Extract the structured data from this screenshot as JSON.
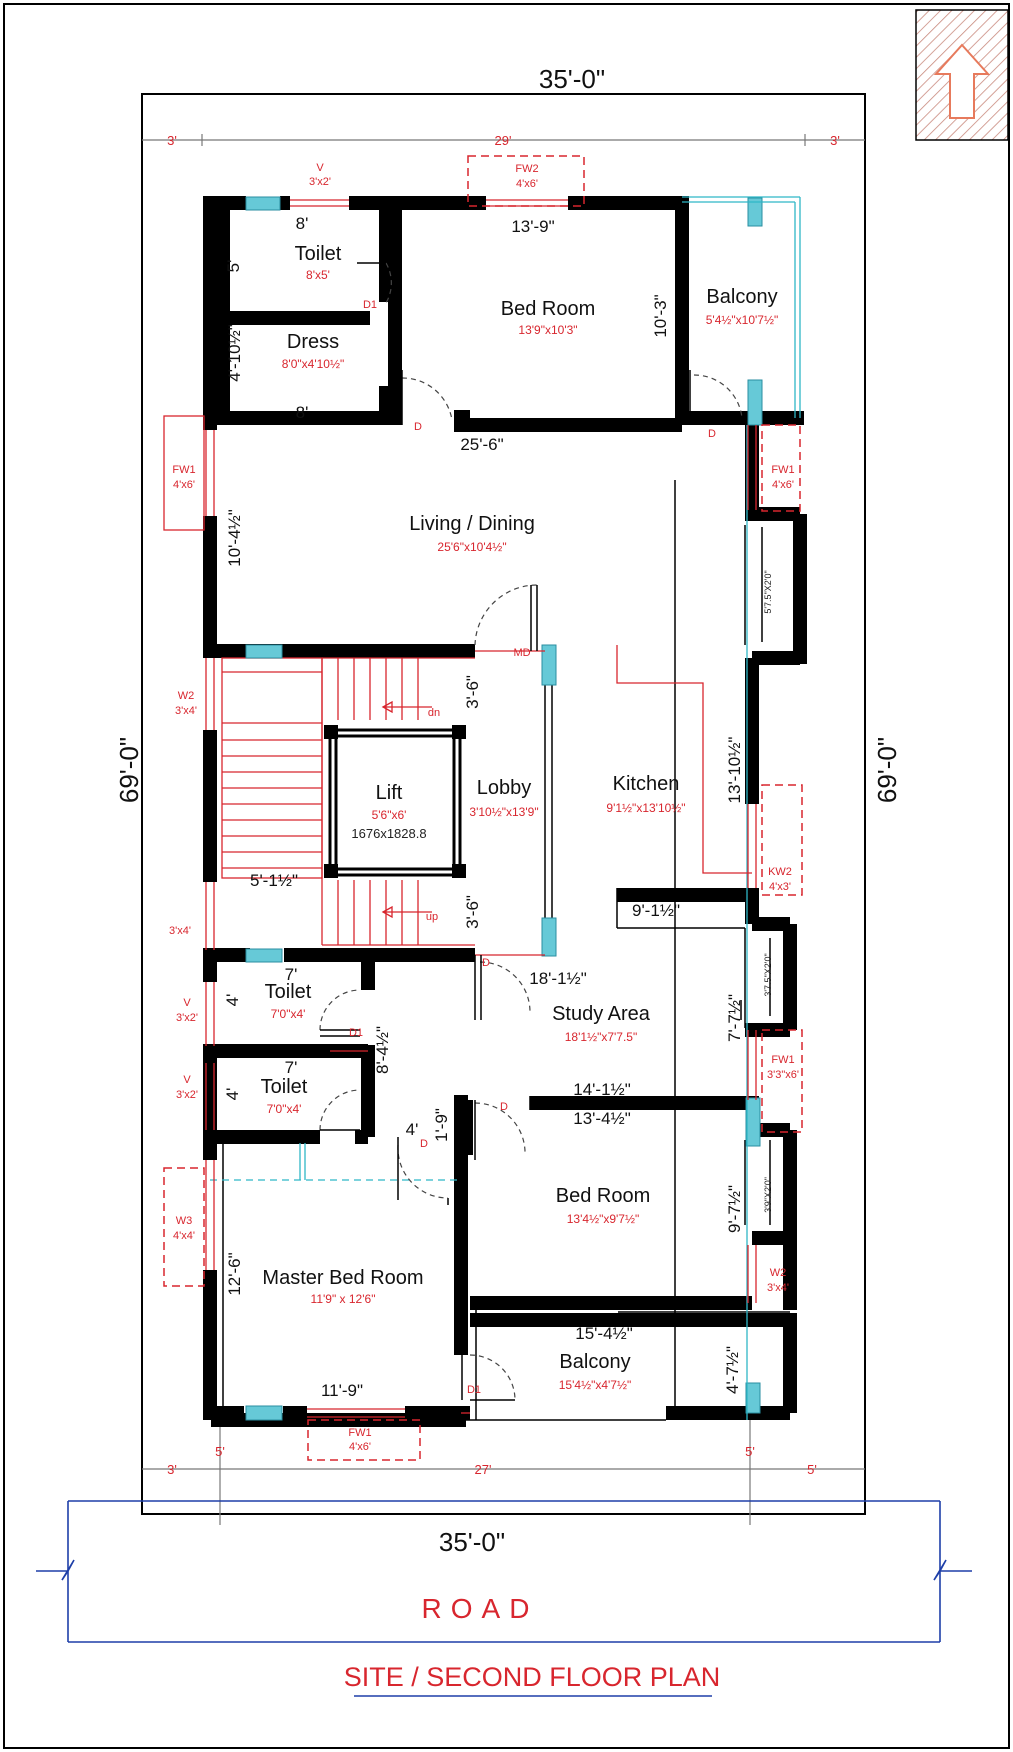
{
  "plot": {
    "width_top": "35'-0\"",
    "width_bottom": "35'-0\"",
    "depth_left": "69'-0\"",
    "depth_right": "69'-0\"",
    "setback_top_left": "3'",
    "setback_top_mid": "29'",
    "setback_top_right": "3'",
    "setback_bottom_left": "3'",
    "setback_bottom_mid": "27'",
    "setback_bottom_right": "5'",
    "setback_bottom_5a": "5'",
    "setback_bottom_5b": "5'"
  },
  "rooms": {
    "toilet_top": {
      "name": "Toilet",
      "size": "8'x5'"
    },
    "dress": {
      "name": "Dress",
      "size": "8'0\"x4'10½\""
    },
    "bed_top": {
      "name": "Bed Room",
      "size": "13'9\"x10'3\""
    },
    "balcony_top": {
      "name": "Balcony",
      "size": "5'4½\"x10'7½\""
    },
    "living": {
      "name": "Living / Dining",
      "size": "25'6\"x10'4½\""
    },
    "lift": {
      "name": "Lift",
      "size": "5'6\"x6'",
      "size2": "1676x1828.8"
    },
    "lobby": {
      "name": "Lobby",
      "size": "3'10½\"x13'9\""
    },
    "kitchen": {
      "name": "Kitchen",
      "size": "9'1½\"x13'10½\""
    },
    "toilet_mid": {
      "name": "Toilet",
      "size": "7'0\"x4'"
    },
    "toilet_low": {
      "name": "Toilet",
      "size": "7'0\"x4'"
    },
    "study": {
      "name": "Study Area",
      "size": "18'1½\"x7'7.5\""
    },
    "bed_right": {
      "name": "Bed Room",
      "size": "13'4½\"x9'7½\""
    },
    "master": {
      "name": "Master Bed Room",
      "size": "11'9\" x 12'6\""
    },
    "balcony_bottom": {
      "name": "Balcony",
      "size": "15'4½\"x4'7½\""
    }
  },
  "dims": {
    "d8_top": "8'",
    "d5": "5'",
    "d13_9": "13'-9\"",
    "d10_3": "10'-3\"",
    "d4_10": "4'-10½\"",
    "d8_bottom": "8'",
    "d25_6": "25'-6\"",
    "d10_4": "10'-4½\"",
    "d3_6_top": "3'-6\"",
    "d3_6_bottom": "3'-6\"",
    "d5_1": "5'-1½\"",
    "d13_10": "13'-10½\"",
    "d9_1": "9'-1½\"",
    "d7_mid": "7'",
    "d4_mid": "4'",
    "d18_1": "18'-1½\"",
    "d7_7": "7'-7½\"",
    "d8_4": "8'-4½\"",
    "d7_low": "7'",
    "d4_low": "4'",
    "d4_door": "4'",
    "d1_9": "1'-9\"",
    "d14_1": "14'-1½\"",
    "d13_4": "13'-4½\"",
    "d9_7": "9'-7½\"",
    "d12_6": "12'-6\"",
    "d11_9": "11'-9\"",
    "d15_4": "15'-4½\"",
    "d4_7": "4'-7½\""
  },
  "openings": {
    "v_top": {
      "code": "V",
      "size": "3'x2'"
    },
    "fw2_top": {
      "code": "FW2",
      "size": "4'x6'"
    },
    "fw1_left": {
      "code": "FW1",
      "size": "4'x6'"
    },
    "fw1_right": {
      "code": "FW1",
      "size": "4'x6'"
    },
    "w2_left": {
      "code": "W2",
      "size": "3'x4'"
    },
    "w_left_low": {
      "size": "3'x4'"
    },
    "v_mid": {
      "code": "V",
      "size": "3'x2'"
    },
    "v_low": {
      "code": "V",
      "size": "3'x2'"
    },
    "w3": {
      "code": "W3",
      "size": "4'x4'"
    },
    "fw1_bottom": {
      "code": "FW1",
      "size": "4'x6'"
    },
    "kw2": {
      "code": "KW2",
      "size": "4'x3'"
    },
    "fw1_right_low": {
      "code": "FW1",
      "size": "3'3\"x6'"
    },
    "w2_right": {
      "code": "W2",
      "size": "3'x4'"
    }
  },
  "door_labels": {
    "d1_top": "D1",
    "d_bed": "D",
    "d_bal": "D",
    "md": "MD",
    "d_lobby": "D",
    "d1_mid": "D1",
    "d_study": "D",
    "d_master": "D",
    "d1_bal": "D1",
    "dn": "dn",
    "up": "up"
  },
  "ducts": {
    "duct1": "5'7.5\"X2'0\"",
    "duct2": "3'7.5\"X2'0\"",
    "duct3": "3'9\"X2'0\""
  },
  "road": "ROAD",
  "title": "SITE / SECOND FLOOR PLAN"
}
